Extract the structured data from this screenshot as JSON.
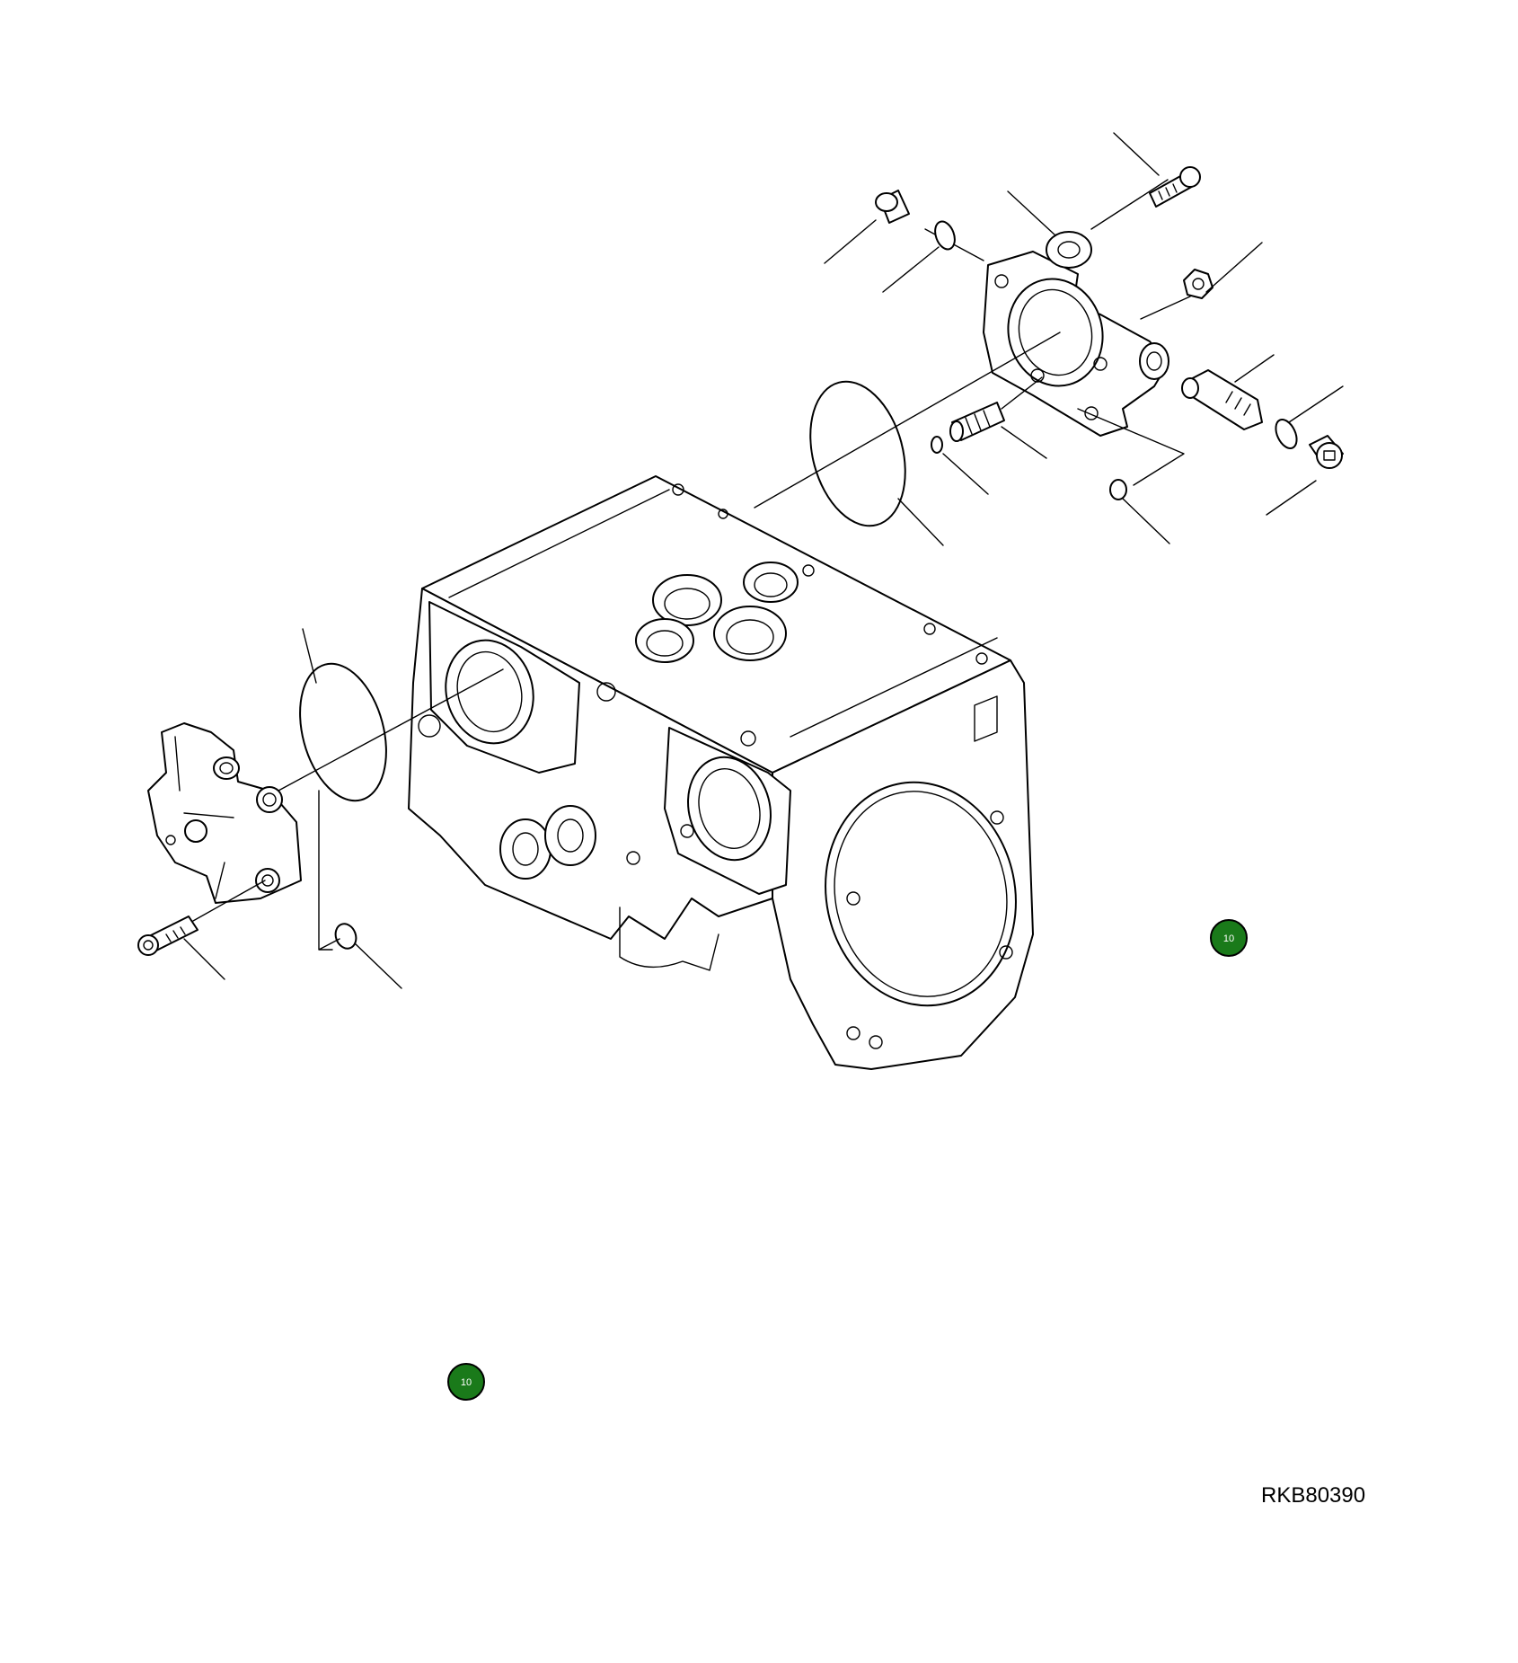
{
  "drawing_id": "RKB80390",
  "markers": [
    {
      "label": "10",
      "color": "#1a7a1a"
    },
    {
      "label": "10",
      "color": "#1a7a1a"
    }
  ],
  "line_color": "#000000",
  "background": "#ffffff"
}
